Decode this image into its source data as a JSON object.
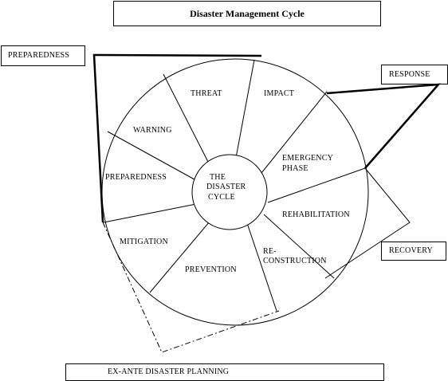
{
  "title": "Disaster Management Cycle",
  "callouts": {
    "preparedness": "PREPAREDNESS",
    "response": "RESPONSE",
    "recovery": "RECOVERY",
    "ex_ante": "EX-ANTE DISASTER PLANNING"
  },
  "center": {
    "line1": "THE",
    "line2": "DISASTER",
    "line3": "CYCLE"
  },
  "segments": {
    "threat": "THREAT",
    "impact": "IMPACT",
    "emergency_line1": "EMERGENCY",
    "emergency_line2": "PHASE",
    "rehabilitation": "REHABILITATION",
    "reconstruction_line1": "RE-",
    "reconstruction_line2": "CONSTRUCTION",
    "prevention": "PREVENTION",
    "mitigation": "MITIGATION",
    "preparedness": "PREPAREDNESS",
    "warning": "WARNING"
  }
}
